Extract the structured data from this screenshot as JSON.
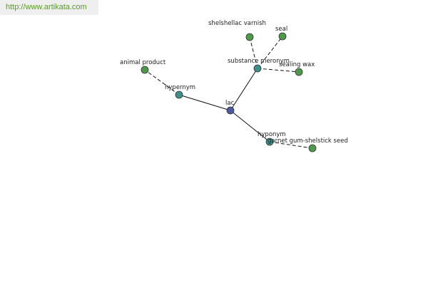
{
  "header": {
    "url_text": "http://www.artikata.com"
  },
  "colors": {
    "center": "#4b5aa0",
    "relation": "#3f8e8a",
    "leaf": "#4e9a4a",
    "link": "#5a9b2a"
  },
  "graph": {
    "nodes": {
      "lac": {
        "label": "lac",
        "kind": "center"
      },
      "hypernym": {
        "label": "hypernym",
        "kind": "relation"
      },
      "substance_meronym": {
        "label": "substance meronym",
        "kind": "relation"
      },
      "hyponym": {
        "label": "hyponym",
        "kind": "relation"
      },
      "animal_product": {
        "label": "animal product",
        "kind": "leaf"
      },
      "shelshellac_varnish": {
        "label": "shelshellac varnish",
        "kind": "leaf"
      },
      "seal": {
        "label": "seal",
        "kind": "leaf"
      },
      "sealing_wax": {
        "label": "sealing wax",
        "kind": "leaf"
      },
      "garnet_gum": {
        "label": "garnet gum-shelstick seed",
        "kind": "leaf"
      }
    },
    "edges": [
      {
        "from": "lac",
        "to": "hypernym",
        "style": "solid"
      },
      {
        "from": "lac",
        "to": "substance_meronym",
        "style": "solid"
      },
      {
        "from": "lac",
        "to": "hyponym",
        "style": "solid"
      },
      {
        "from": "hypernym",
        "to": "animal_product",
        "style": "dashed"
      },
      {
        "from": "substance_meronym",
        "to": "shelshellac_varnish",
        "style": "dashed"
      },
      {
        "from": "substance_meronym",
        "to": "seal",
        "style": "dashed"
      },
      {
        "from": "substance_meronym",
        "to": "sealing_wax",
        "style": "dashed"
      },
      {
        "from": "hyponym",
        "to": "garnet_gum",
        "style": "dashed"
      }
    ]
  }
}
